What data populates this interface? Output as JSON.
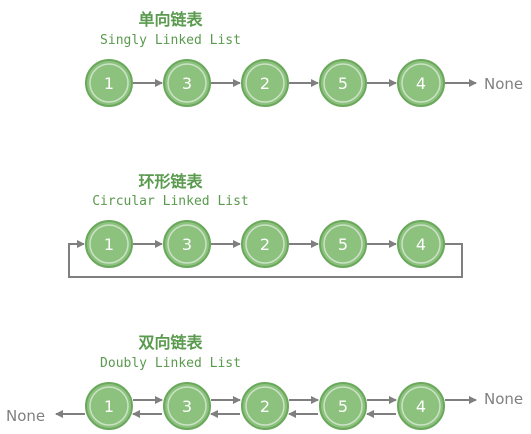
{
  "singly": {
    "title_cn": "单向链表",
    "title_en": "Singly Linked List",
    "nodes": [
      "1",
      "3",
      "2",
      "5",
      "4"
    ],
    "tail": "None"
  },
  "circular": {
    "title_cn": "环形链表",
    "title_en": "Circular Linked List",
    "nodes": [
      "1",
      "3",
      "2",
      "5",
      "4"
    ]
  },
  "doubly": {
    "title_cn": "双向链表",
    "title_en": "Doubly Linked List",
    "nodes": [
      "1",
      "3",
      "2",
      "5",
      "4"
    ],
    "head_none": "None",
    "tail_none": "None"
  },
  "colors": {
    "node_fill": "#8cc17e",
    "node_ring": "#6aa85c",
    "arrow": "#7f7f7f",
    "title": "#5a9a4e"
  }
}
